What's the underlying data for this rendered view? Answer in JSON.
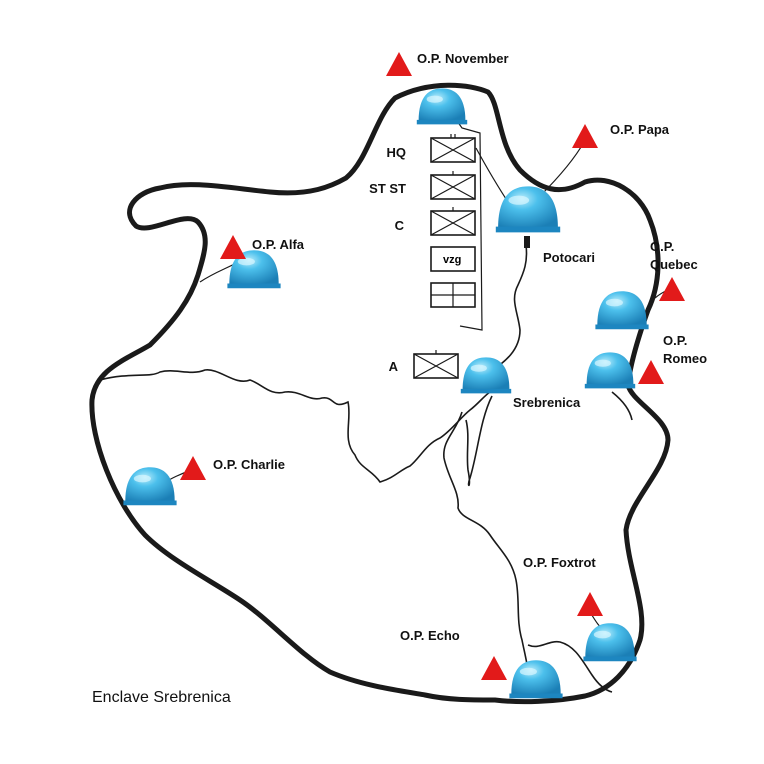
{
  "map": {
    "caption": "Enclave Srebrenica",
    "colors": {
      "boundary": "#1a1a1a",
      "helmet": "#2aa9e0",
      "helmet_highlight": "#a8e4f8",
      "observation_post": "#e21a1a",
      "river": "#1a1a1a"
    },
    "observation_posts": [
      {
        "id": "november",
        "label": "O.P. November"
      },
      {
        "id": "papa",
        "label": "O.P. Papa"
      },
      {
        "id": "alfa",
        "label": "O.P. Alfa"
      },
      {
        "id": "quebec",
        "label_line1": "O.P.",
        "label_line2": "Quebec"
      },
      {
        "id": "romeo",
        "label_line1": "O.P.",
        "label_line2": "Romeo"
      },
      {
        "id": "charlie",
        "label": "O.P. Charlie"
      },
      {
        "id": "foxtrot",
        "label": "O.P. Foxtrot"
      },
      {
        "id": "echo",
        "label": "O.P. Echo"
      }
    ],
    "places": [
      {
        "id": "potocari",
        "label": "Potocari"
      },
      {
        "id": "srebrenica",
        "label": "Srebrenica"
      }
    ],
    "units": [
      {
        "id": "hq",
        "label": "HQ"
      },
      {
        "id": "stst",
        "label": "ST ST"
      },
      {
        "id": "c",
        "label": "C"
      },
      {
        "id": "vzg",
        "label": "vzg"
      },
      {
        "id": "a",
        "label": "A"
      }
    ],
    "icons": [
      "un-helmet-icon",
      "observation-post-triangle-icon",
      "infantry-unit-symbol-icon"
    ]
  }
}
